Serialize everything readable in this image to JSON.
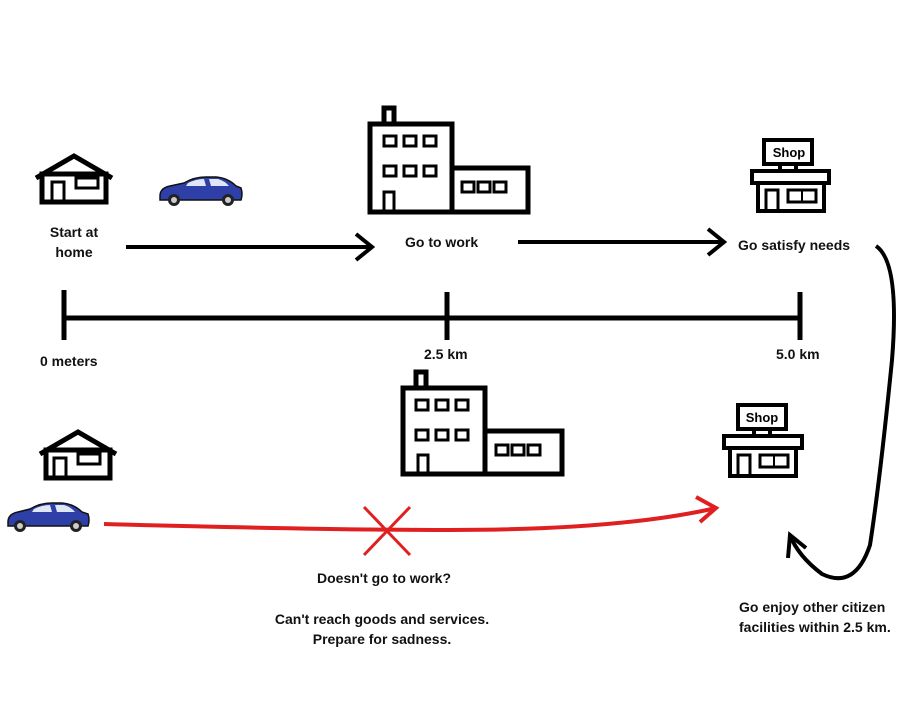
{
  "top_row": {
    "start_label_line1": "Start at",
    "start_label_line2": "home",
    "work_label": "Go to work",
    "needs_label": "Go satisfy needs",
    "shop_sign": "Shop"
  },
  "scale": {
    "tick_start": "0 meters",
    "tick_mid": "2.5 km",
    "tick_end": "5.0 km"
  },
  "bottom_row": {
    "shop_sign": "Shop",
    "no_work_label": "Doesn't go to work?",
    "consequence_line1": "Can't reach goods and services.",
    "consequence_line2": "Prepare for sadness."
  },
  "return_note": {
    "line1": "Go enjoy other citizen",
    "line2": "facilities within 2.5 km."
  },
  "colors": {
    "ink": "#000000",
    "car_body": "#2f3fa8",
    "red_path": "#e02020"
  }
}
